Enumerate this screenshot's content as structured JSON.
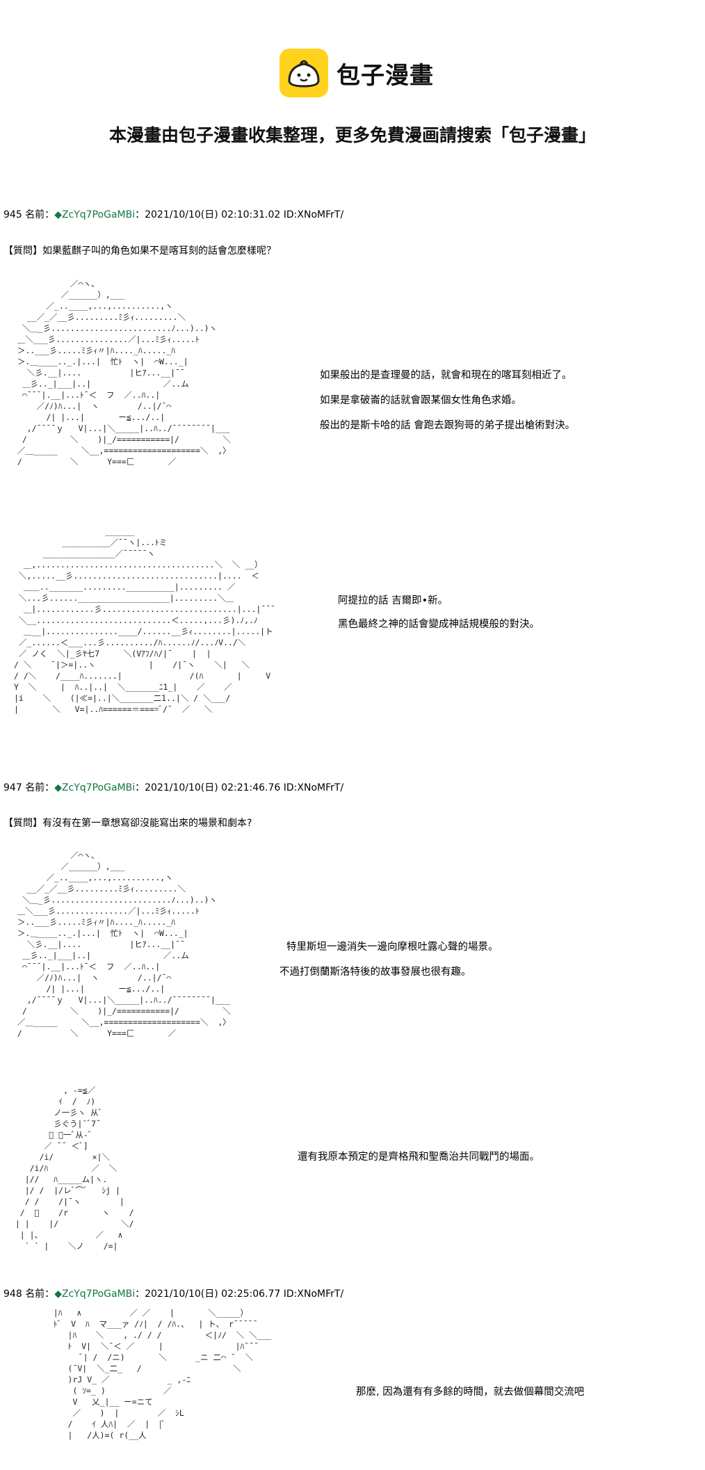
{
  "banner": {
    "logo_text": "包子漫畫",
    "tagline": "本漫畫由包子漫畫收集整理，更多免費漫画請搜索「包子漫畫」",
    "logo_color": "#ffd21c"
  },
  "posts": [
    {
      "number": "945",
      "name_label": "名前：",
      "trip": "◆ZcYq7PoGaMBi",
      "date": "：2021/10/10(日) 02:10:31.02 ID:XNoMFrT/",
      "question": "【質問】如果藍麒子叫的角色如果不是喀耳刻的話會怎麼樣呢？",
      "lines_a": [
        "如果般出的是查理曼的話，就會和現在的喀耳刻相近了。",
        "如果是拿破崙的話就會跟某個女性角色求婚。",
        "般出的是斯卡哈的話 會跑去跟狗哥的弟子提出槍術對決。"
      ],
      "lines_b": [
        "阿提拉的話 吉爾即•新。",
        "黑色最終之神的話會變成神話規模般的對決。"
      ]
    },
    {
      "number": "947",
      "name_label": "名前：",
      "trip": "◆ZcYq7PoGaMBi",
      "date": "：2021/10/10(日) 02:21:46.76 ID:XNoMFrT/",
      "question": "【質問】有沒有在第一章想寫卻沒能寫出來的場景和劇本?",
      "lines_a": [
        "特里斯坦一邊消失一邊向摩根吐露心聲的場景。",
        "不過打倒蘭斯洛特後的故事發展也很有趣。"
      ],
      "lines_b": [
        "還有我原本預定的是齊格飛和聖喬治共同戰鬥的場面。"
      ]
    },
    {
      "number": "948",
      "name_label": "名前：",
      "trip": "◆ZcYq7PoGaMBi",
      "date": "：2021/10/10(日) 02:25:06.77 ID:XNoMFrT/",
      "lines_a": [
        "那麽, 因為還有有多餘的時間，就去做個幕間交流吧"
      ]
    }
  ],
  "art": {
    "a1": "            ／⌒ヽ、\n          ／______）,___\n       ／_..____,...,..........,ヽ\n   __／_／__彡.........ﾐ彡ｨ.........＼\n  ＼＿_彡.........................ﾉ...)..)ヽ\n ＿＼___彡...............／|...ﾐ彡ｨ.....ﾄ\n ＞..___彡.....ﾐ彡ｨ〃|ﾊ...._ﾊ....._ﾊ\n ＞.＿____.._.|...|  忙ﾄ  ヽ|  ⌒W..._|\n   ＼彡.__|....          |ヒｱ...__|¯¯\n  ＿彡.._|___|..|               ／..ム\n  ⌒¯¯¯|.__|...ﾄ¯＜  フ  ／..ﾊ..|\n     ／/ﾉ)ﾊ...|  ヽ        /..|/¯⌒\n       /| |...|       ー≦.../..|\n   ,/¯¯¯¯ｙ   V|...|＼_____|..ﾊ../¯¯¯¯¯¯¯¯|___\n  /         ＼    )|_/===========|/         ＼\n ／＿_____     ＼__,====================＼  ,〉\n /          ＼      Y===匚       ／",
    "a2": "                   ______\n          __________／¯¯ヽ|...ﾄミ\n      _______________／¯¯¯¯¯ヽ\n  ＿,.....................................＼  ＼ __）\n ＼,.....__彡..............................|....  ＜\n  ＿＿.._______.........__________|......... ／\n ＼...彡......___________________|.........＼＿\n  ＿|............彡............................|...|¯¯¯\n ＼__............................＜.....,...彡).ﾉ,.ﾉ\n  ＿__|...............____/......__彡ｨ........|.....|ト\n ／_......＜___...彡........../ﾊ......ﾉ/...ﾉV../＼\n ／ ノく  ＼|_彡ﾔ七7     ＼(Vｱﾌ/ﾊ/|¯    |  |\n/ ＼    ¯|＞=|..ヽ           |    /|¯ヽ    ＼|   ＼\n/ /＼    /____ﾊ.......|              /(ﾊ       |     V\nY  ＼     |  ﾊ..|..|  ＼_______ﾆ1_|    ／    ／\n|i    ＼    (|≪=|..|＼_______二1..|＼ / ＼___/\n|       ＼   V=|..ﾊ======＝====ﾞ/¯  ／   ＼",
    "a3": "            ／⌒ヽ、\n          ／______）,___\n       ／_..____,...,..........,ヽ\n   __／_／__彡.........ﾐ彡ｨ.........＼\n  ＼＿_彡.........................ﾉ...)..)ヽ\n ＿＼___彡...............／|...ﾐ彡ｨ.....ﾄ\n ＞..___彡.....ﾐ彡ｨ〃|ﾊ...._ﾊ....._ﾊ\n ＞.＿____.._.|...|  忙ﾄ  ヽ|  ⌒W..._|\n   ＼彡.__|....          |ヒｱ...__|¯¯\n  ＿彡.._|___|..|               ／..ム\n  ⌒¯¯¯|.__|...ﾄ¯＜  フ  ／..ﾊ..|\n     ／/ﾉ)ﾊ...|  ヽ        /..|/¯⌒\n       /| |...|       ー≦.../..|\n   ,/¯¯¯¯ｙ   V|...|＼_____|..ﾊ../¯¯¯¯¯¯¯¯|___\n  /         ＼    )|_/===========|/         ＼\n ／＿_____     ＼__,====================＼  ,〉\n /          ＼      Y===匚       ／",
    "a4": "            , -=≦／\n           ｲ  /  ﾉ)\n          ノ一彡ヽ 从ﾞ\n          彡ぐう|¯ﾞ7¯\n         ﾞ ）一ﾞ从-ﾞ\n        ／ ¯¯ ＜ﾞ]\n       /i/        ×|＼\n     /i/ﾊ         ／  ＼\n    |//   ﾊ_____ム|ヽ.\n    |/ /  |/レﾞ⌒ﾞ   ｼj |\n    / /    /|¯ヽ        |\n   /  ﾞ    /r       ヽ    /\n  | |    |/             ＼/\n   | |、           ／   ∧\n    ` ` |    ＼ノ    /=|",
    "a5": "   |ﾊ   ∧          ／ ／    |       ＼_____）\n   ﾄﾞ  V  ﾊ  マ___ァ /ﾉ|  / /ﾊ.、  | ト、 r¯¯¯¯¯\n      |ﾊ    ＼    , ./ / /         ＜|ﾉ/  ＼ ＼___\n      ﾄ  V|  ＼¯＜ ／     |               |ﾊ¯¯¯\n         ﾞ| /  /ニ)       ＼      _ニ 二⌒ ¯  ＼\n      (¯V|  ＼_二_   /                   ＼\n      )rJ V_ ／            _ ,-ﾆ\n       ( ｿ=_ )            ／\n       V   乂_|__ ー=ニて\n       ／    )  |        ／  ｼL\n      /    ｲ 人ﾊ|  ／  |  |ﾞ\n      |   /人)=( r(__人"
  }
}
